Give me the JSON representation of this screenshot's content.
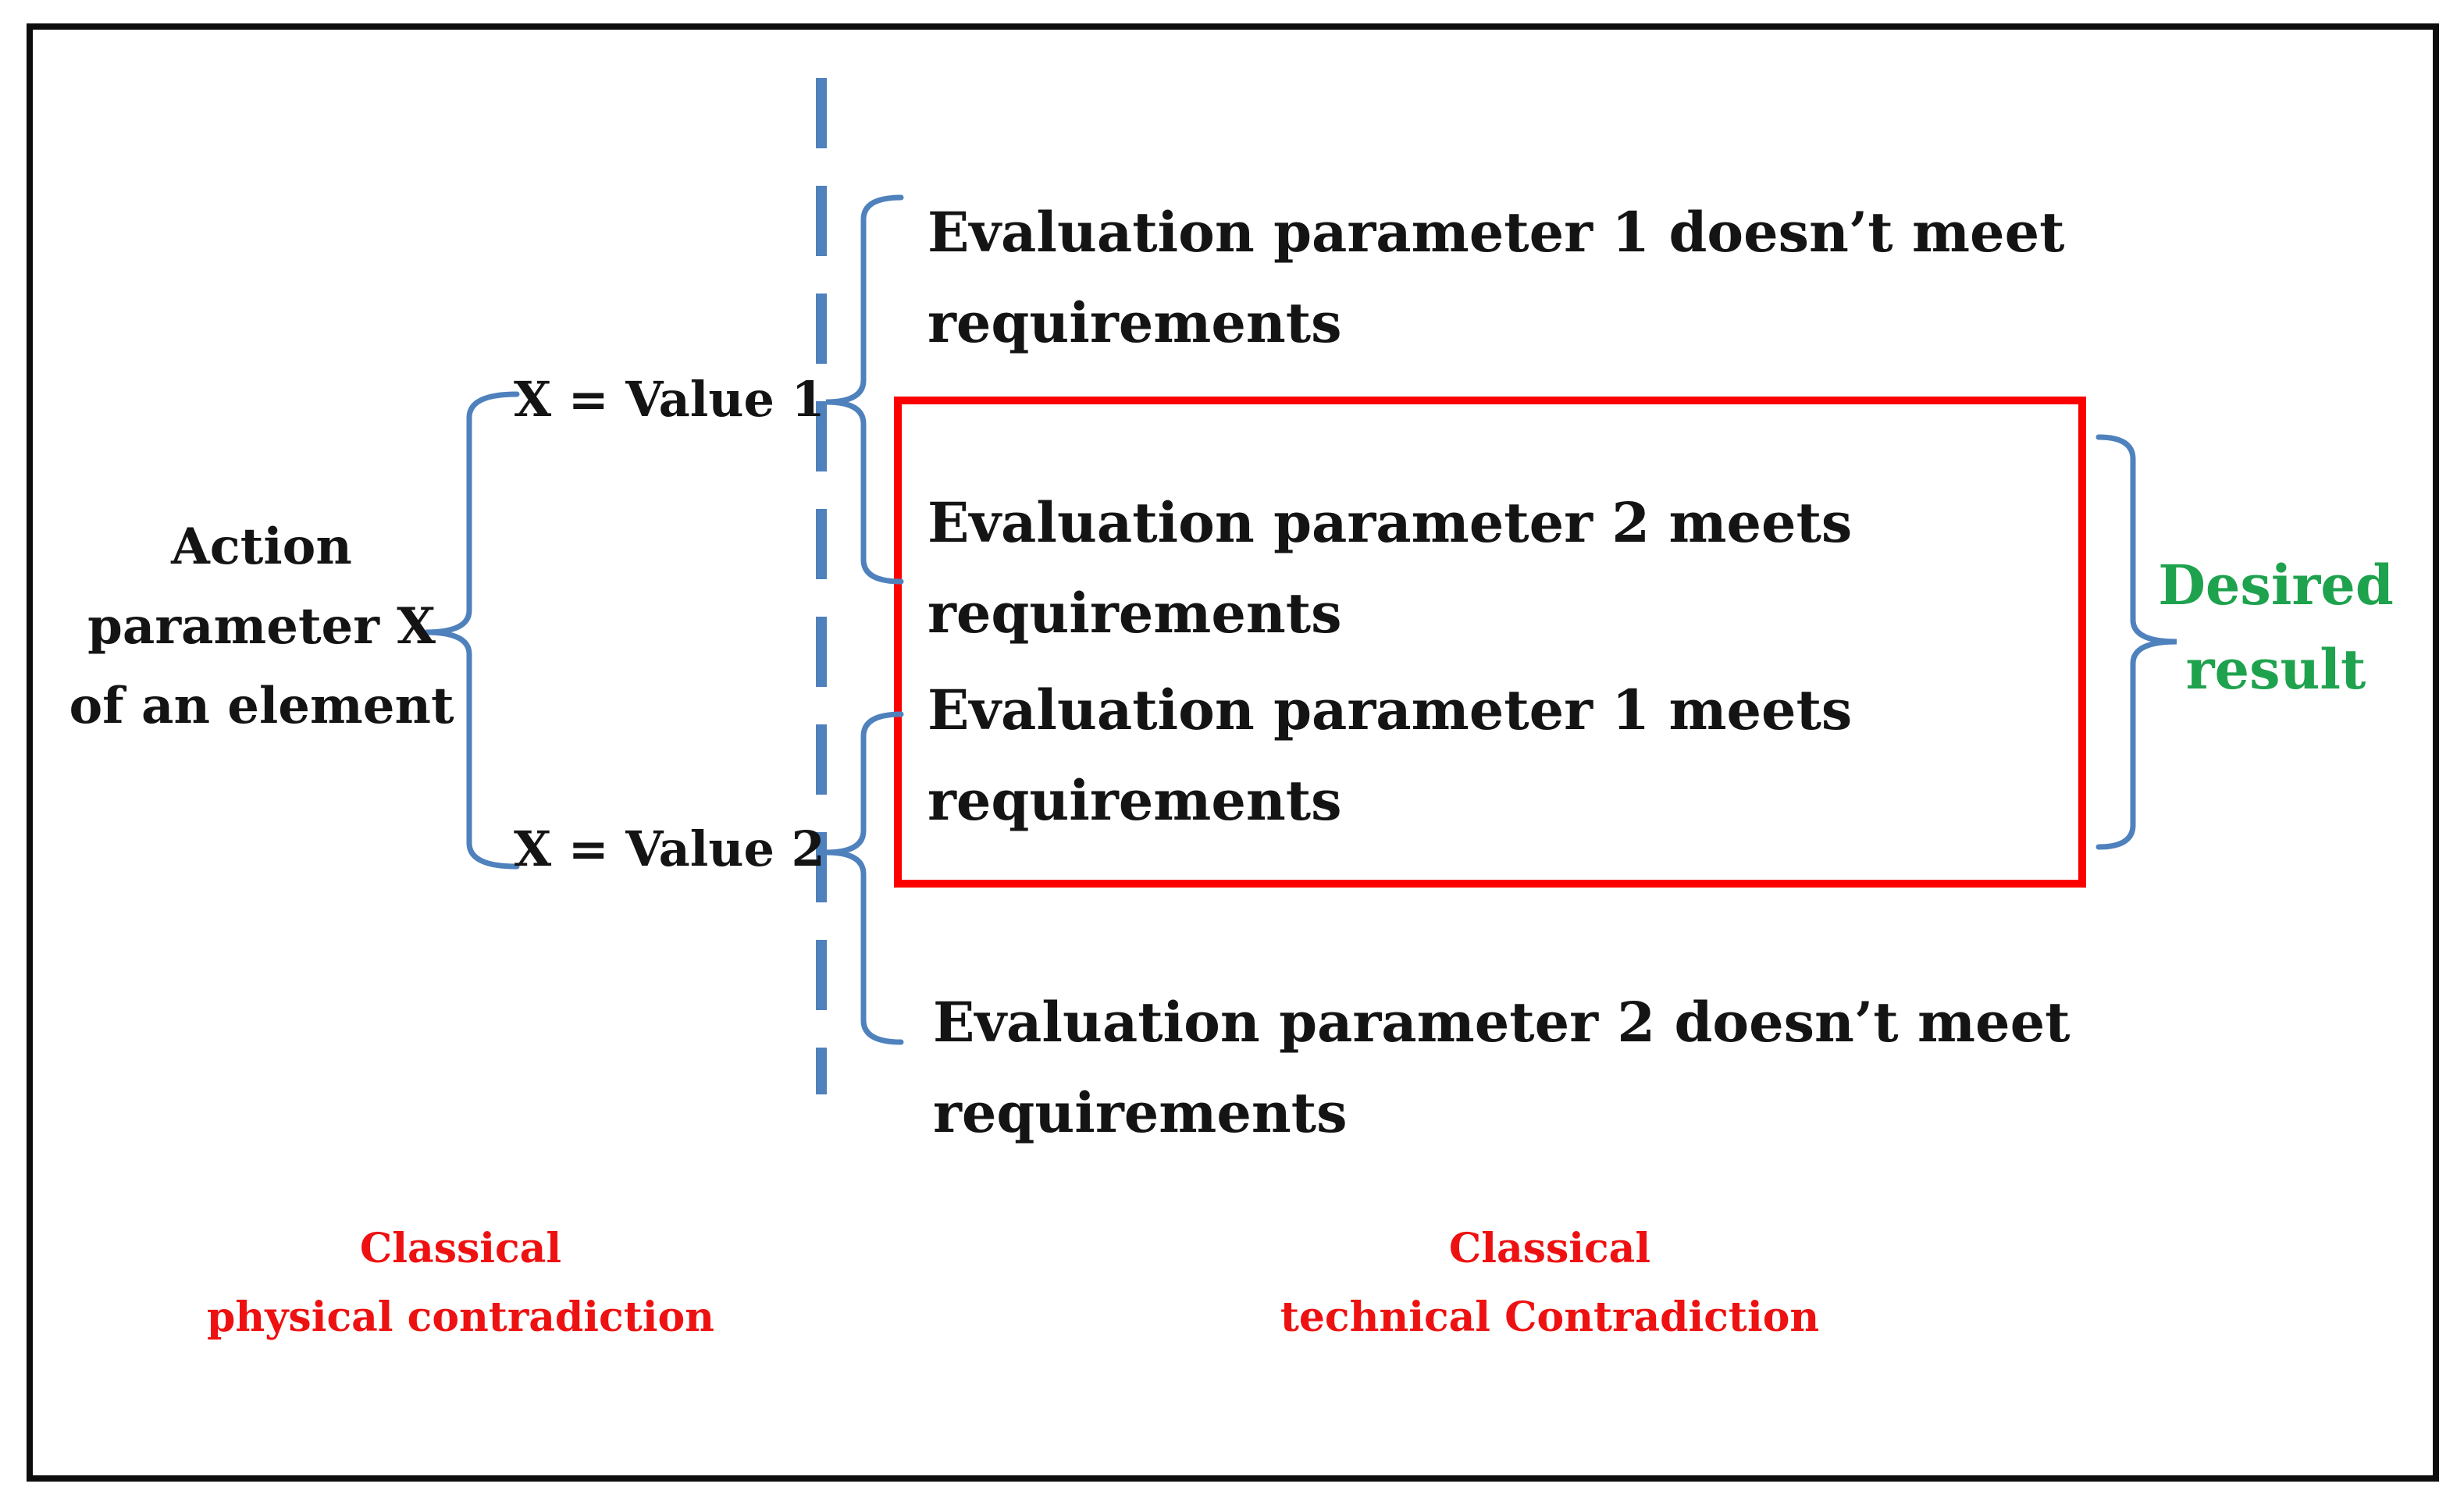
{
  "diagram": {
    "left_label": {
      "line1": "Action",
      "line2": "parameter X",
      "line3": "of an element"
    },
    "values": [
      {
        "label": "X = Value 1"
      },
      {
        "label": "X = Value 2"
      }
    ],
    "eval_params": [
      {
        "line1": "Evaluation parameter 1 doesn’t meet",
        "line2": "requirements"
      },
      {
        "line1": "Evaluation parameter 2 meets",
        "line2": "requirements"
      },
      {
        "line1": "Evaluation parameter 1 meets",
        "line2": "requirements"
      },
      {
        "line1": "Evaluation parameter 2 doesn’t meet",
        "line2": "requirements"
      }
    ],
    "desired_result": {
      "line1": "Desired",
      "line2": "result"
    },
    "bottom_labels": [
      {
        "line1": "Classical",
        "line2": "physical contradiction"
      },
      {
        "line1": "Classical",
        "line2": "technical Contradiction"
      }
    ],
    "colors": {
      "brace_blue": "#4f81bd",
      "highlight_red": "#fc0000",
      "label_red": "#ee1111",
      "result_green": "#1fa24e",
      "text_black": "#141414",
      "frame_black": "#0d0d0d"
    }
  }
}
